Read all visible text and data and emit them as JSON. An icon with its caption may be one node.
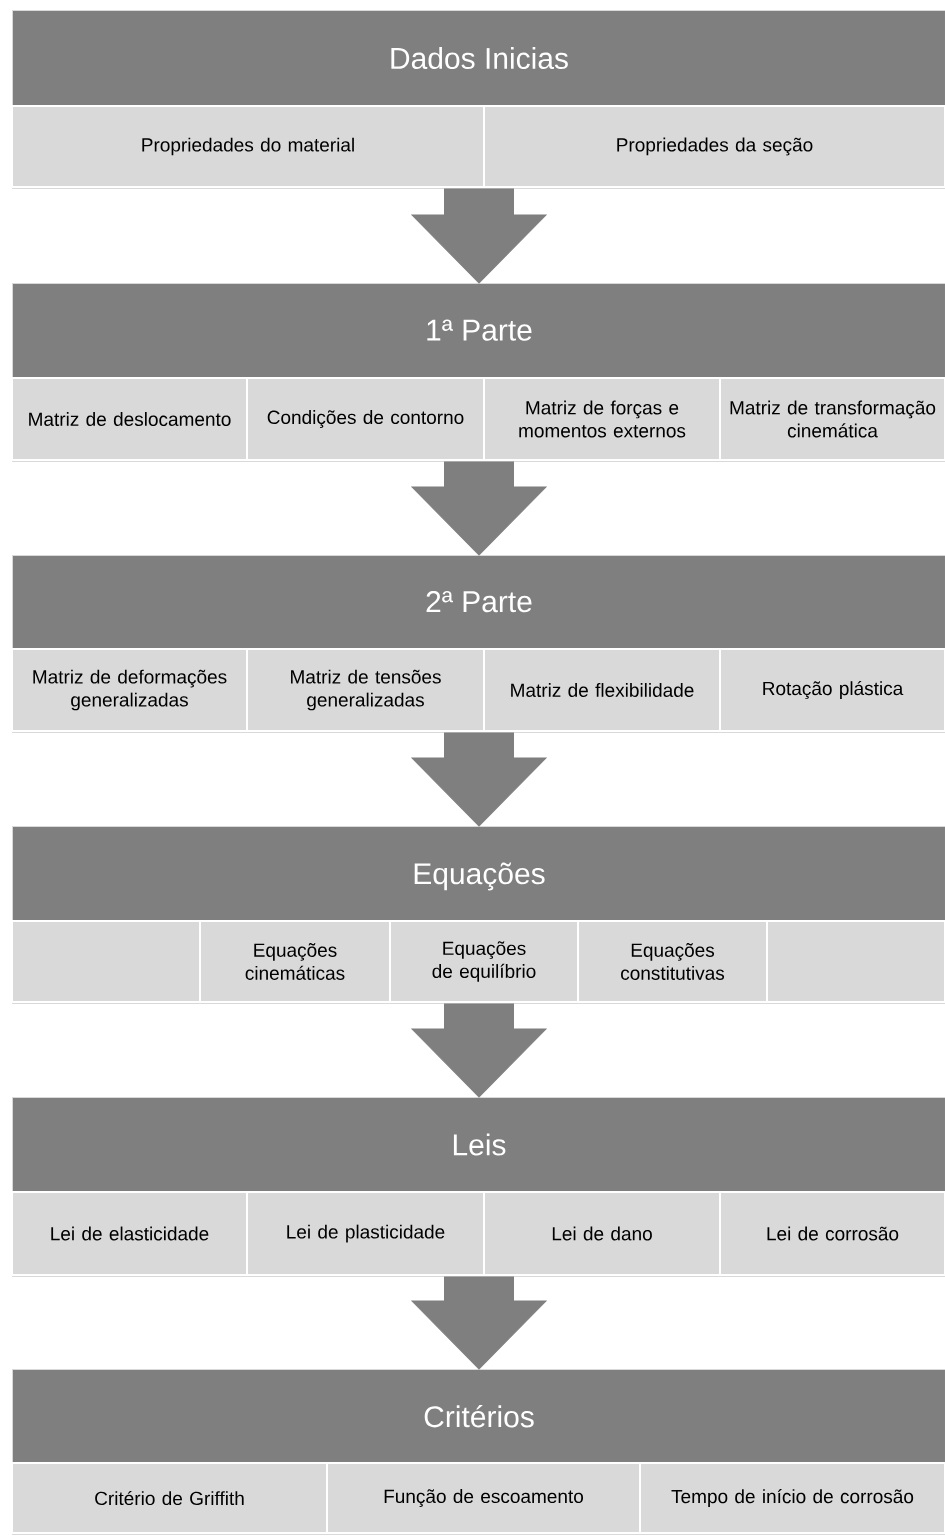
{
  "diagram": {
    "nodes": [
      {
        "text": [
          "Dados Inicias"
        ]
      },
      {
        "text": [
          "Propriedades do material"
        ],
        "in": 0
      },
      {
        "text": [
          "Propriedades da seção"
        ],
        "in": 0
      },
      {
        "text": [
          "1ª Parte"
        ]
      },
      {
        "text": [
          "Matriz de deslocamento"
        ],
        "in": 3
      },
      {
        "text": [
          "Condições de contorno"
        ],
        "in": 3
      },
      {
        "text": [
          "Matriz de forças e momentos externos"
        ],
        "in": 3
      },
      {
        "text": [
          "Matriz de transformação cinemática"
        ],
        "in": 3
      },
      {
        "text": [
          "2ª Parte"
        ]
      },
      {
        "text": [
          "Matriz de deformações generalizadas"
        ],
        "in": 8
      },
      {
        "text": [
          "Matriz de tensões generalizadas"
        ],
        "in": 8
      },
      {
        "text": [
          "Matriz de flexibilidade"
        ],
        "in": 8
      },
      {
        "text": [
          "Rotação plástica"
        ],
        "in": 8
      },
      {
        "text": [
          "Equações"
        ]
      },
      {
        "text": [],
        "shape": "box",
        "in": 13
      },
      {
        "text": [
          "Equações cinemáticas"
        ],
        "in": 13
      },
      {
        "text": [
          "Equações de equilíbrio"
        ],
        "in": 13
      },
      {
        "text": [
          "Equações constitutivas"
        ],
        "in": 13
      },
      {
        "text": [],
        "shape": "box",
        "in": 13
      },
      {
        "text": [
          "Leis"
        ]
      },
      {
        "text": [
          "Lei de elasticidade"
        ],
        "in": 19
      },
      {
        "text": [
          "Lei de plasticidade"
        ],
        "in": 19
      },
      {
        "text": [
          "Lei de dano"
        ],
        "in": 19
      },
      {
        "text": [
          "Lei de corrosão"
        ],
        "in": 19
      },
      {
        "text": [
          "Critérios"
        ]
      },
      {
        "text": [
          "Critério de Griffith"
        ],
        "in": 24
      },
      {
        "text": [
          "Função de escoamento"
        ],
        "in": 24
      },
      {
        "text": [
          "Tempo de início de corrosão"
        ],
        "in": 24
      }
    ],
    "edges": [
      {
        "from": 0,
        "to": 3,
        "arrow": "to"
      },
      {
        "from": 3,
        "to": 8,
        "arrow": "to"
      },
      {
        "from": 8,
        "to": 13,
        "arrow": "to"
      },
      {
        "from": 13,
        "to": 19,
        "arrow": "to"
      },
      {
        "from": 19,
        "to": 24,
        "arrow": "to"
      }
    ]
  }
}
